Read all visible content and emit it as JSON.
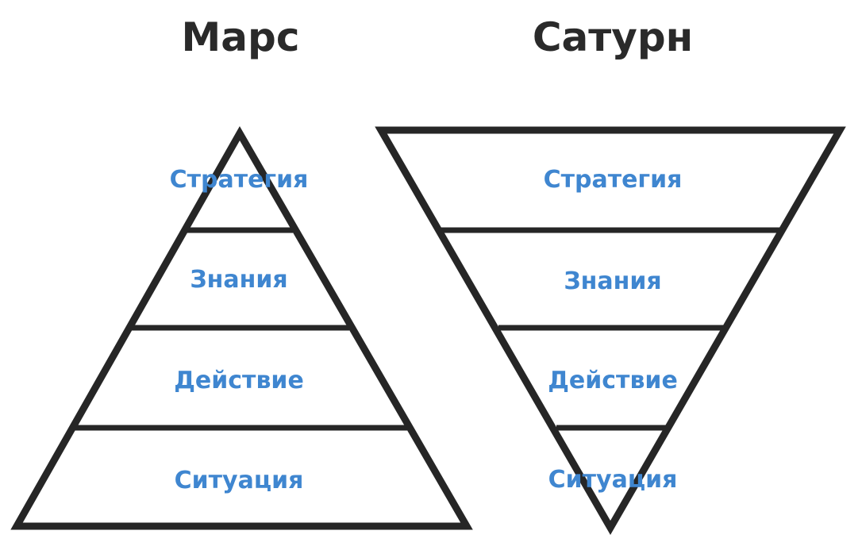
{
  "diagrams": [
    {
      "title": "Марс",
      "orientation": "pyramid",
      "levels": [
        "Стратегия",
        "Знания",
        "Действие",
        "Ситуация"
      ]
    },
    {
      "title": "Сатурн",
      "orientation": "inverted-pyramid",
      "levels": [
        "Стратегия",
        "Знания",
        "Действие",
        "Ситуация"
      ]
    }
  ],
  "colors": {
    "outline": "#262626",
    "title_text": "#2a2a2a",
    "level_text": "#3f86d0",
    "background": "#ffffff"
  }
}
